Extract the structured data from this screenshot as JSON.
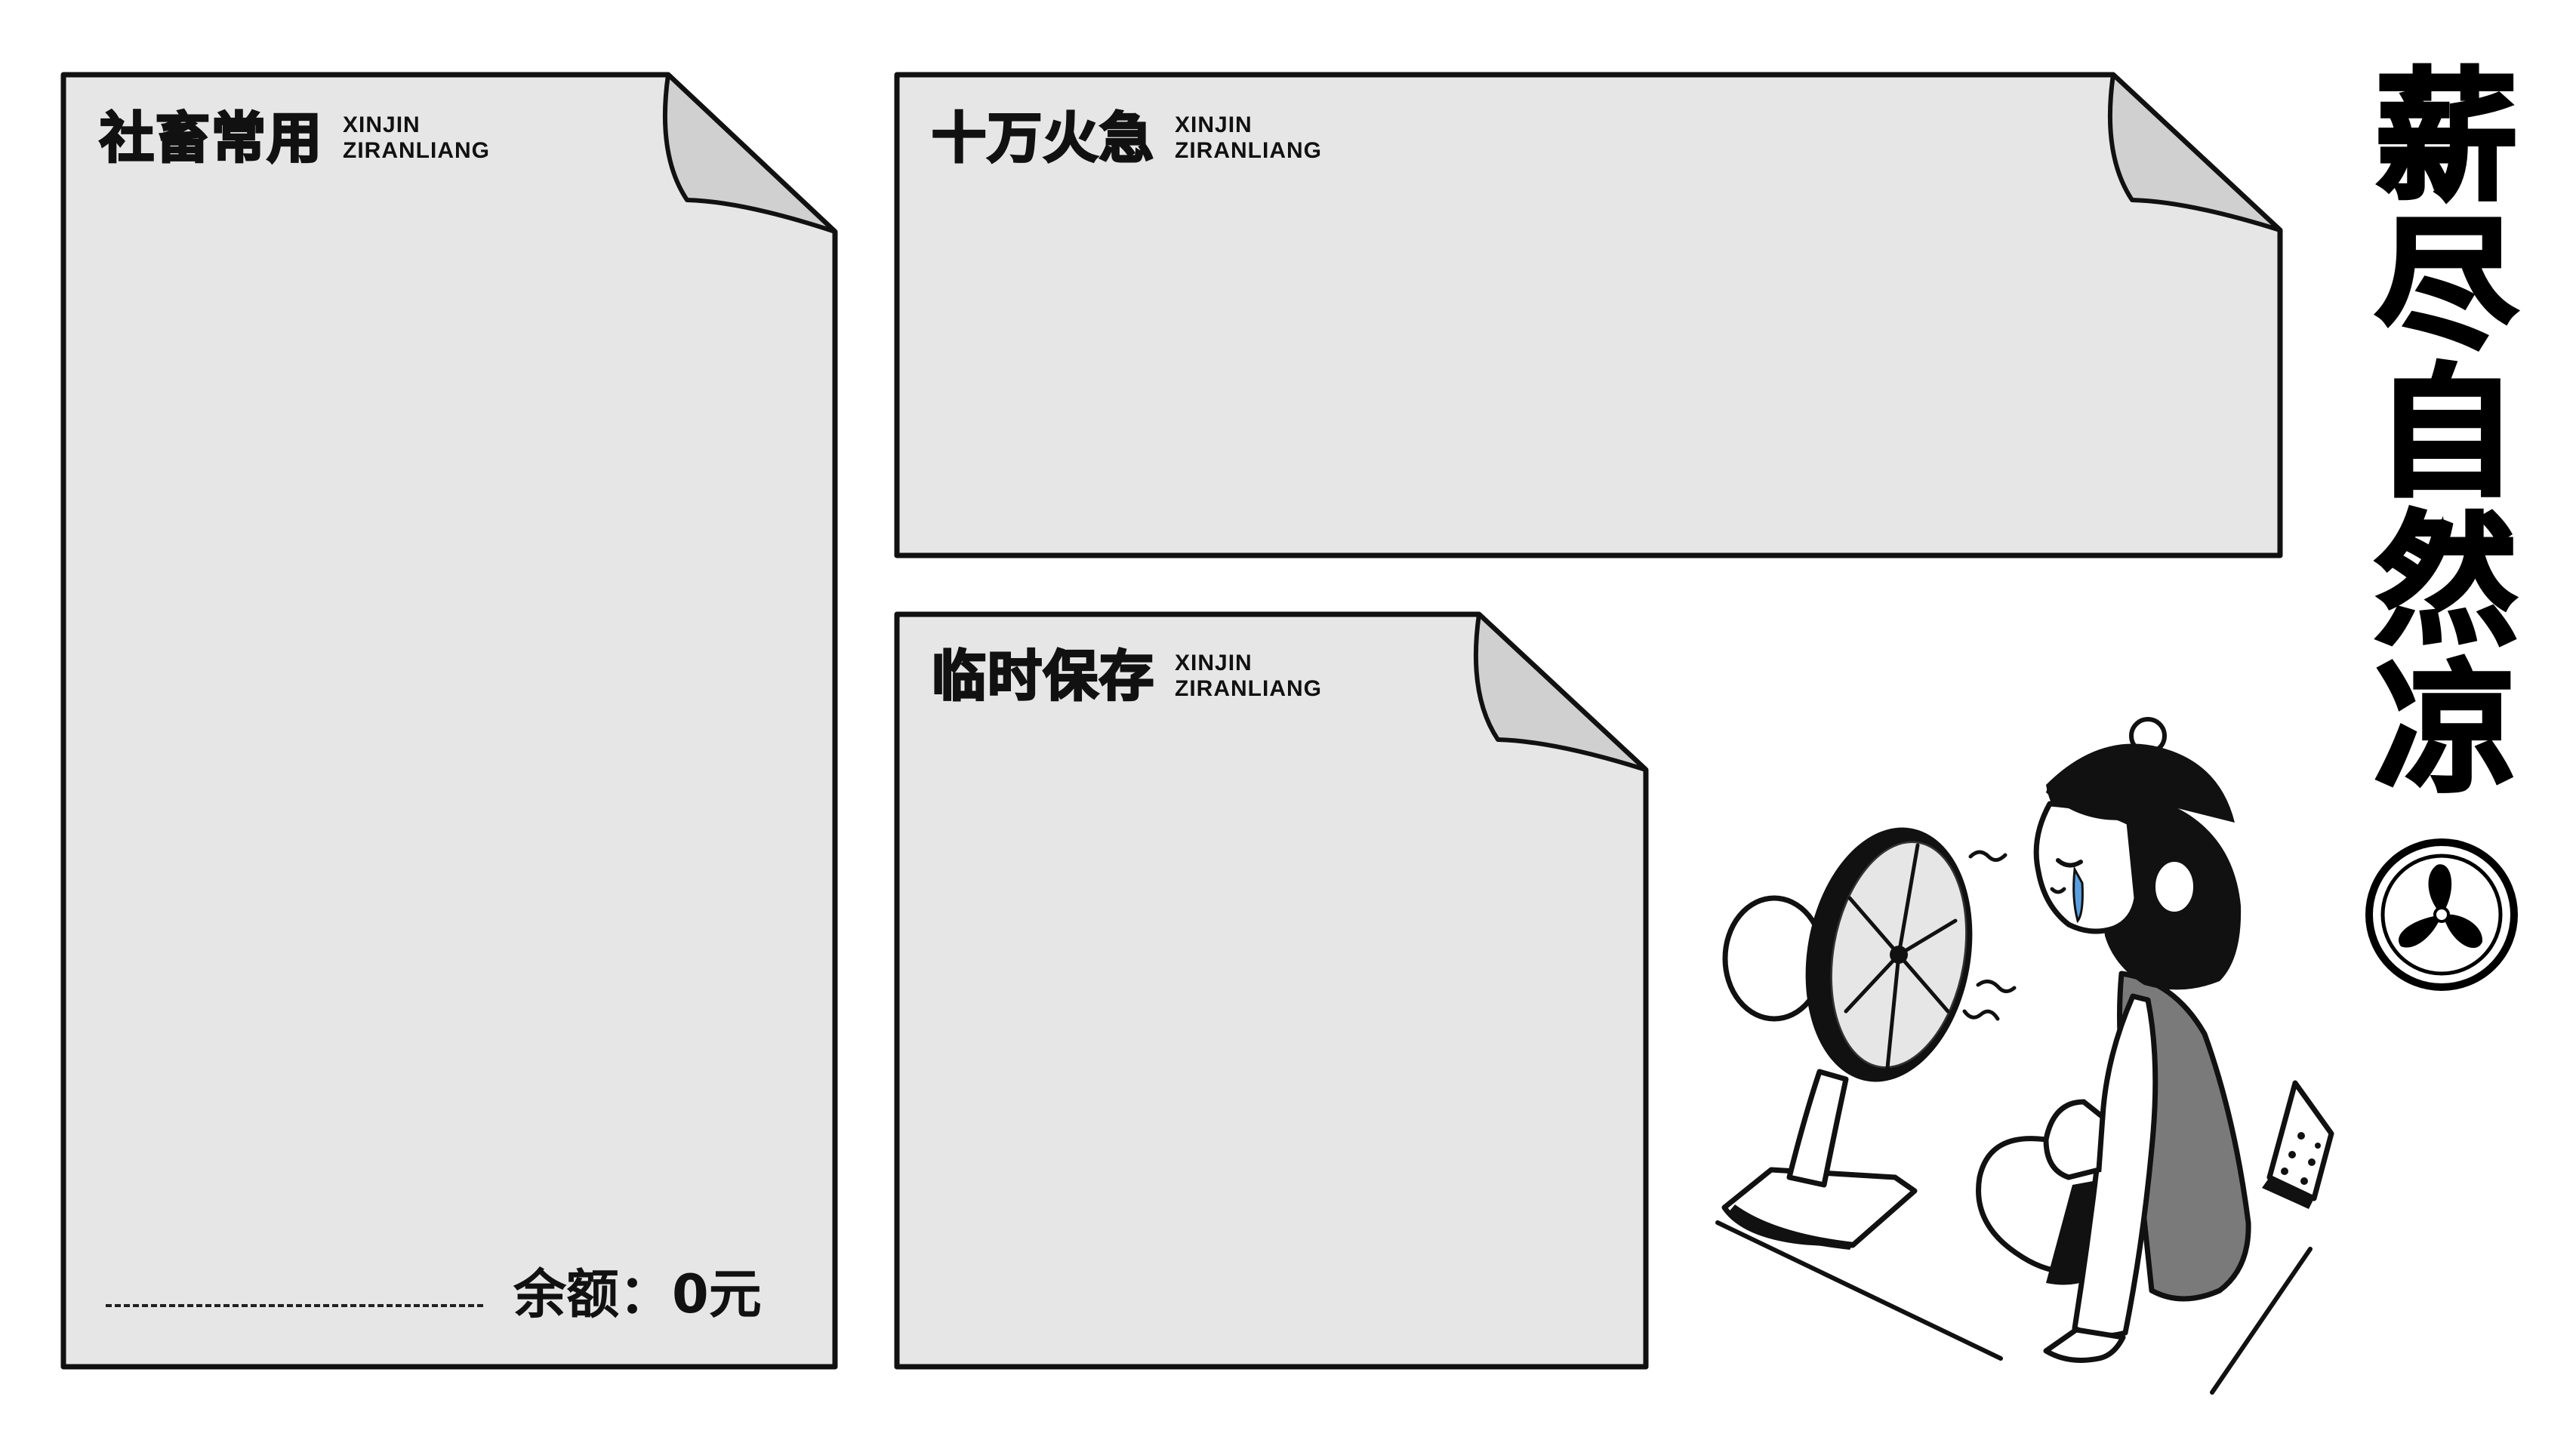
{
  "slogan": {
    "chars": [
      "薪",
      "尽",
      "自",
      "然",
      "凉"
    ]
  },
  "panels": {
    "left": {
      "title": "社畜常用",
      "sub_line1": "XINJIN",
      "sub_line2": "ZIRANLIANG",
      "balance_label": "余额：",
      "balance_value": "0元"
    },
    "top_right": {
      "title": "十万火急",
      "sub_line1": "XINJIN",
      "sub_line2": "ZIRANLIANG"
    },
    "bottom": {
      "title": "临时保存",
      "sub_line1": "XINJIN",
      "sub_line2": "ZIRANLIANG"
    }
  },
  "icons": {
    "fan": "fan-icon",
    "illustration": "girl-with-fan-illustration"
  },
  "colors": {
    "panel_fill": "#e6e6e6",
    "outline": "#111111",
    "fold_fill": "#d0d0d0",
    "vest_gray": "#7a7a7a",
    "tear_blue": "#5aa0e0"
  }
}
